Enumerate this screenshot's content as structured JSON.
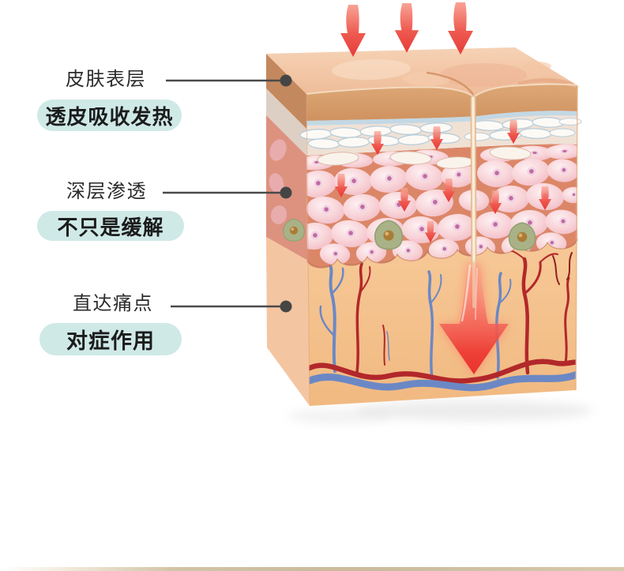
{
  "page": {
    "background": "#ffffff"
  },
  "annotations": [
    {
      "title": "皮肤表层",
      "badge": "透皮吸收发热"
    },
    {
      "title": "深层渗透",
      "badge": "不只是缓解"
    },
    {
      "title": "直达痛点",
      "badge": "对症作用"
    }
  ],
  "colors": {
    "badge_bg": "#cfe9e7",
    "label_text": "#2b2b2b",
    "connector": "#4a4a4a",
    "heat_arrow_red": "#ea4038",
    "artery_red": "#b2282b",
    "vein_blue": "#6b88c5",
    "skin_surface_peach": "#f2c6a6",
    "epidermis_tan": "#d9a171",
    "cell_pink": "#f6c6cc",
    "cell_matrix_salmon": "#dc8668",
    "dermis_peach": "#f6c28e",
    "green_cell": "#a9b287",
    "divider_tan": "#cbbb9c"
  }
}
